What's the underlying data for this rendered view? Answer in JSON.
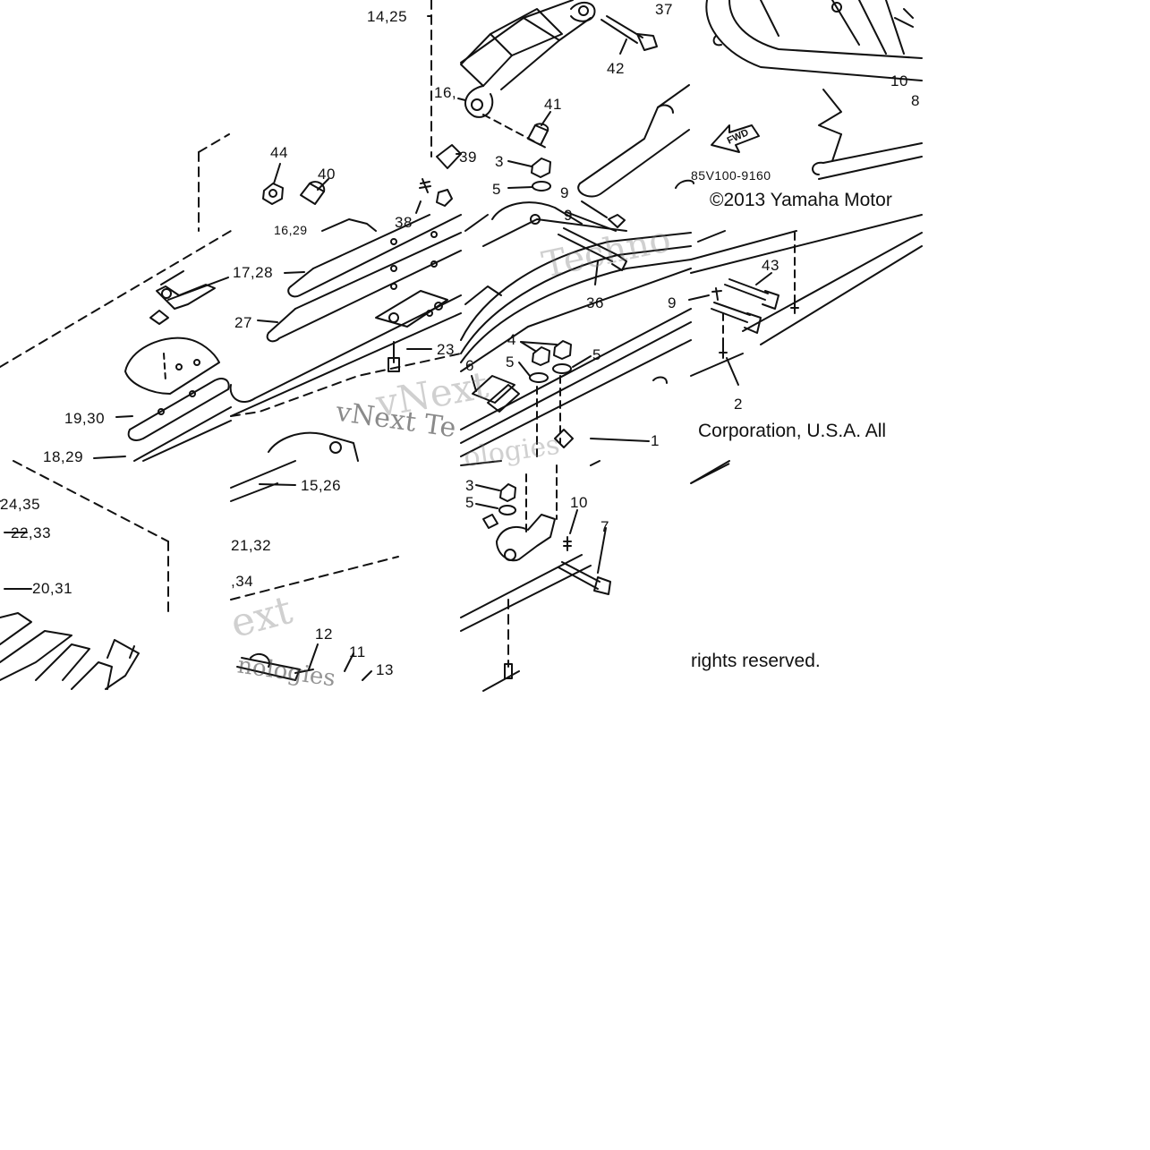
{
  "labels": {
    "l_14_25": "14,25",
    "l_37": "37",
    "l_42": "42",
    "l_16": "16,",
    "l_41": "41",
    "l_39": "39",
    "l_3a": "3",
    "l_5a": "5",
    "l_9a": "9",
    "l_9b": "9",
    "l_44": "44",
    "l_40": "40",
    "l_38": "38",
    "l_16_29": "16,29",
    "l_17_28": "17,28",
    "l_27": "27",
    "l_36": "36",
    "l_9c": "9",
    "l_43": "43",
    "l_4": "4",
    "l_5b": "5",
    "l_5c": "5",
    "l_6": "6",
    "l_23": "23",
    "l_2": "2",
    "l_1": "1",
    "l_19_30": "19,30",
    "l_18_29": "18,29",
    "l_10a": "10",
    "l_8": "8",
    "l_24_35": "24,35",
    "l_22_33": "22,33",
    "l_20_31": "20,31",
    "l_15_26": "15,26",
    "l_21_32": "21,32",
    "l_34": ",34",
    "l_3b": "3",
    "l_5d": "5",
    "l_10b": "10",
    "l_7": "7",
    "l_12": "12",
    "l_11": "11",
    "l_13": "13",
    "l_part_no": "85V100-9160",
    "l_fwd": "FWD"
  },
  "copyright": {
    "line1": "©2013 Yamaha Motor",
    "line2": "Corporation, U.S.A. All",
    "line3": "rights reserved."
  },
  "watermarks": {
    "w1": "vNext Te",
    "w2": "Techno",
    "w3": "ext",
    "w4": "nologies",
    "w5": "vNext",
    "w6": "ologies"
  }
}
